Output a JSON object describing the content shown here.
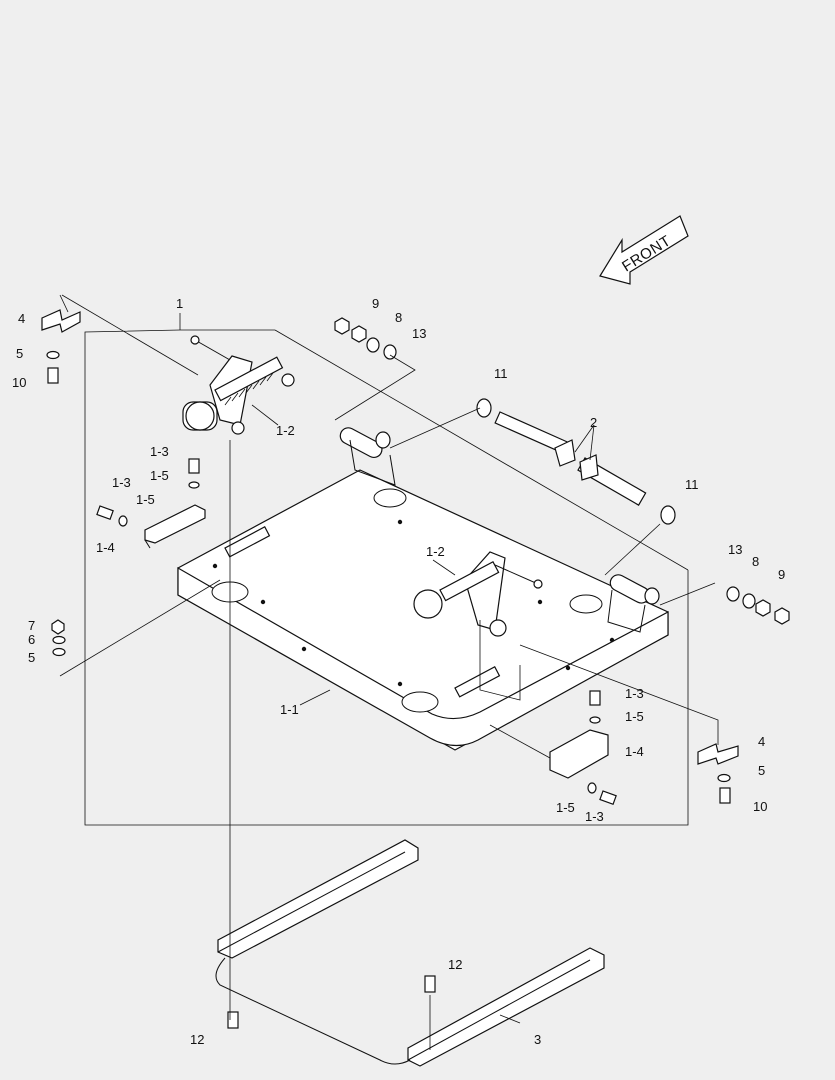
{
  "direction_label": "FRONT",
  "callouts": [
    {
      "id": "c-1",
      "text": "1"
    },
    {
      "id": "c-4-left",
      "text": "4"
    },
    {
      "id": "c-5-left-top",
      "text": "5"
    },
    {
      "id": "c-10-left",
      "text": "10"
    },
    {
      "id": "c-9-top",
      "text": "9"
    },
    {
      "id": "c-8-top",
      "text": "8"
    },
    {
      "id": "c-13-top",
      "text": "13"
    },
    {
      "id": "c-11-top",
      "text": "11"
    },
    {
      "id": "c-2",
      "text": "2"
    },
    {
      "id": "c-11-right",
      "text": "11"
    },
    {
      "id": "c-1-2-left",
      "text": "1-2"
    },
    {
      "id": "c-1-3-left-a",
      "text": "1-3"
    },
    {
      "id": "c-1-5-left-a",
      "text": "1-5"
    },
    {
      "id": "c-1-3-left-b",
      "text": "1-3"
    },
    {
      "id": "c-1-5-left-b",
      "text": "1-5"
    },
    {
      "id": "c-1-4-left",
      "text": "1-4"
    },
    {
      "id": "c-1-2-mid",
      "text": "1-2"
    },
    {
      "id": "c-13-right",
      "text": "13"
    },
    {
      "id": "c-8-right",
      "text": "8"
    },
    {
      "id": "c-9-right",
      "text": "9"
    },
    {
      "id": "c-7",
      "text": "7"
    },
    {
      "id": "c-6",
      "text": "6"
    },
    {
      "id": "c-5-left-bot",
      "text": "5"
    },
    {
      "id": "c-1-1",
      "text": "1-1"
    },
    {
      "id": "c-1-3-right-a",
      "text": "1-3"
    },
    {
      "id": "c-1-5-right-a",
      "text": "1-5"
    },
    {
      "id": "c-1-4-right",
      "text": "1-4"
    },
    {
      "id": "c-1-5-right-b",
      "text": "1-5"
    },
    {
      "id": "c-1-3-right-b",
      "text": "1-3"
    },
    {
      "id": "c-4-right",
      "text": "4"
    },
    {
      "id": "c-5-right",
      "text": "5"
    },
    {
      "id": "c-10-right",
      "text": "10"
    },
    {
      "id": "c-12-right",
      "text": "12"
    },
    {
      "id": "c-3",
      "text": "3"
    },
    {
      "id": "c-12-left",
      "text": "12"
    }
  ]
}
